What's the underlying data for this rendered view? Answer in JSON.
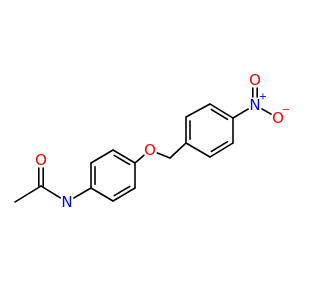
{
  "molecule": {
    "atoms": {
      "c_methyl": "",
      "c_carbonyl": "",
      "o_carbonyl": "O",
      "n_amide": "N",
      "r1_a": "",
      "r1_b": "",
      "r1_c": "",
      "r1_d": "",
      "r1_e": "",
      "r1_f": "",
      "o_ether": "O",
      "c_methylene": "",
      "r2_a": "",
      "r2_b": "",
      "r2_c": "",
      "r2_d": "",
      "r2_e": "",
      "r2_f": "",
      "n_nitro": "N",
      "o_nitro_dbl": "O",
      "o_nitro_single": "O"
    },
    "charges": {
      "n_nitro": "+",
      "o_nitro_single": "−"
    },
    "colors": {
      "bond": "#000000",
      "carbon": "#000000",
      "oxygen": "#ff0000",
      "nitrogen": "#0000ff"
    }
  }
}
